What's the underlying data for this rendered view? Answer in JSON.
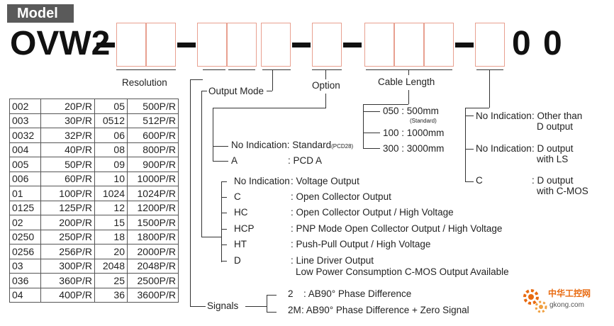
{
  "header": {
    "badge": "Model"
  },
  "model_code": {
    "prefix": "OVW2",
    "dash": "-",
    "suffix1": "0",
    "suffix2": "0"
  },
  "labels": {
    "resolution": "Resolution",
    "output_mode": "Output Mode",
    "option": "Option",
    "cable_length": "Cable Length",
    "signals": "Signals"
  },
  "resolution_table": [
    [
      "002",
      "20P/R",
      "05",
      "500P/R"
    ],
    [
      "003",
      "30P/R",
      "0512",
      "512P/R"
    ],
    [
      "0032",
      "32P/R",
      "06",
      "600P/R"
    ],
    [
      "004",
      "40P/R",
      "08",
      "800P/R"
    ],
    [
      "005",
      "50P/R",
      "09",
      "900P/R"
    ],
    [
      "006",
      "60P/R",
      "10",
      "1000P/R"
    ],
    [
      "01",
      "100P/R",
      "1024",
      "1024P/R"
    ],
    [
      "0125",
      "125P/R",
      "12",
      "1200P/R"
    ],
    [
      "02",
      "200P/R",
      "15",
      "1500P/R"
    ],
    [
      "0250",
      "250P/R",
      "18",
      "1800P/R"
    ],
    [
      "0256",
      "256P/R",
      "20",
      "2000P/R"
    ],
    [
      "03",
      "300P/R",
      "2048",
      "2048P/R"
    ],
    [
      "036",
      "360P/R",
      "25",
      "2500P/R"
    ],
    [
      "04",
      "400P/R",
      "36",
      "3600P/R"
    ]
  ],
  "option": {
    "no_indication": "No Indication: Standard",
    "pcd28": "(PCD28)",
    "a_code": "A",
    "a_desc": ": PCD A"
  },
  "output_modes": [
    {
      "code": "No Indication",
      "desc": ": Voltage Output"
    },
    {
      "code": "C",
      "desc": ": Open Collector Output"
    },
    {
      "code": "HC",
      "desc": ": Open Collector Output / High Voltage"
    },
    {
      "code": "HCP",
      "desc": ": PNP Mode Open Collector Output / High Voltage"
    },
    {
      "code": "HT",
      "desc": ": Push-Pull Output / High Voltage"
    },
    {
      "code": "D",
      "desc": ": Line Driver Output",
      "desc2": "Low Power Consumption C-MOS Output Available"
    }
  ],
  "cable": [
    {
      "code": "050",
      "desc": ": 500mm",
      "note": "(Standard)"
    },
    {
      "code": "100",
      "desc": ": 1000mm"
    },
    {
      "code": "300",
      "desc": ": 3000mm"
    }
  ],
  "last_digit": [
    {
      "code": "No Indication",
      "desc": ": Other than",
      "desc2": "D output"
    },
    {
      "code": "No Indication",
      "desc": ": D output",
      "desc2": "with LS"
    },
    {
      "code": "C",
      "desc": ": D output",
      "desc2": "with C-MOS"
    }
  ],
  "signals": [
    {
      "code": "2",
      "desc": ": AB90° Phase Difference"
    },
    {
      "code": "2M",
      "desc": ": AB90° Phase Difference + Zero Signal"
    }
  ],
  "watermark": {
    "cn": "中华工控网",
    "url": "gkong.com"
  },
  "colors": {
    "badge_bg": "#5a5a5a",
    "box_border": "#e8a090",
    "watermark": "#e86a10"
  }
}
